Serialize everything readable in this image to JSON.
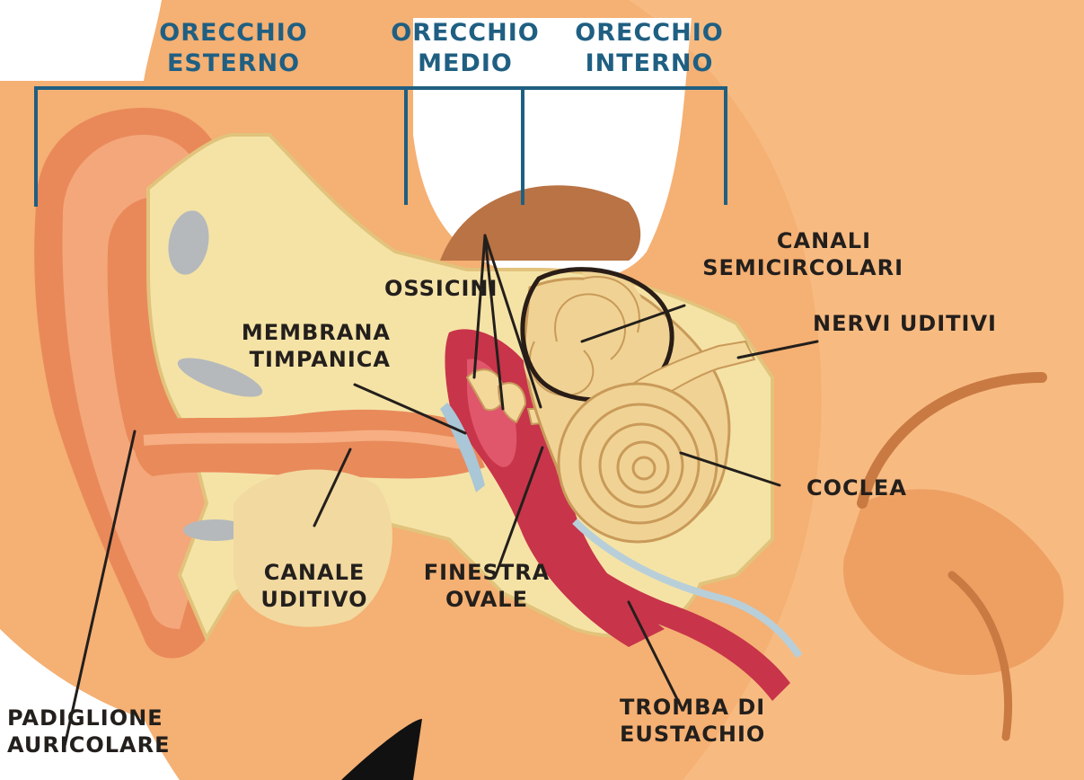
{
  "sections": {
    "outer": [
      "Orecchio",
      "esterno"
    ],
    "middle": [
      "Orecchio",
      "medio"
    ],
    "inner": [
      "Orecchio",
      "interno"
    ]
  },
  "parts": {
    "ossicles": "Ossicini",
    "semicircular": [
      "Canali",
      "semicircolari"
    ],
    "auditory_nerves": "Nervi uditivi",
    "tympanic": [
      "Membrana",
      "timpanica"
    ],
    "cochlea": "Coclea",
    "ear_canal": [
      "Canale",
      "uditivo"
    ],
    "oval_window": [
      "Finestra",
      "ovale"
    ],
    "eustachian": [
      "Tromba di",
      "Eustachio"
    ],
    "pinna": [
      "Padiglione",
      "auricolare"
    ]
  },
  "colors": {
    "section_text": "#1f5f82",
    "label_text": "#231f1c",
    "skin": "#f5ac6c",
    "bone": "#f5e3a6",
    "tissue": "#c8344a"
  }
}
